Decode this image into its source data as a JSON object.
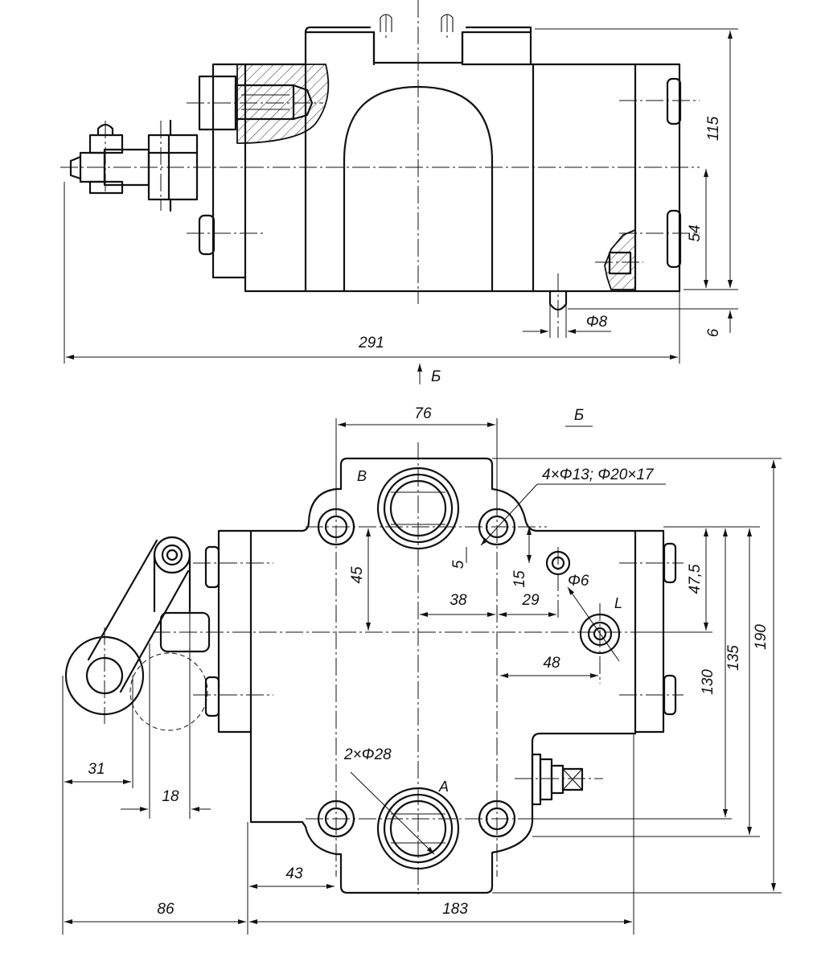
{
  "top_view": {
    "dims": {
      "overall_width": "291",
      "height": "115",
      "axis_height": "54",
      "pin_height": "6",
      "pin_diameter": "Φ8"
    },
    "view_arrow_label": "Б"
  },
  "bottom_view": {
    "title": "Б",
    "dims": {
      "port_spacing": "76",
      "holes_note": "4×Φ13; Φ20×17",
      "d_5": "5",
      "d_15": "15",
      "d_45": "45",
      "d_38": "38",
      "d_29": "29",
      "small_hole": "Φ6",
      "d_47_5": "47,5",
      "d_48": "48",
      "d_130": "130",
      "d_135": "135",
      "d_190": "190",
      "ports_note": "2×Φ28",
      "d_31": "31",
      "d_18": "18",
      "d_43": "43",
      "d_86": "86",
      "d_183": "183"
    },
    "labels": {
      "port_b": "B",
      "port_a": "A",
      "port_l": "L"
    }
  }
}
